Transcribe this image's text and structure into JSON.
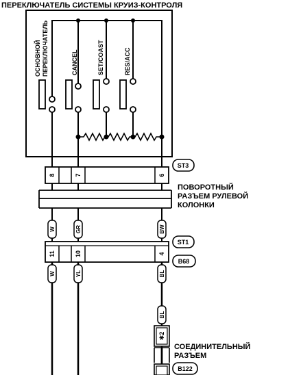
{
  "diagram": {
    "title": "ПЕРЕКЛЮЧАТЕЛЬ СИСТЕМЫ КРУИЗ-КОНТРОЛЯ",
    "switches": [
      {
        "label_line1": "ОСНОВНОЙ",
        "label_line2": "ПЕРЕКЛЮЧАТЕЛЬ"
      },
      {
        "label_line1": "CANCEL",
        "label_line2": ""
      },
      {
        "label_line1": "SET/COAST",
        "label_line2": ""
      },
      {
        "label_line1": "RES/ACC",
        "label_line2": ""
      }
    ],
    "connector_st3": {
      "tag": "ST3",
      "pins": [
        "8",
        "7",
        "6"
      ]
    },
    "steering_connector_label": [
      "ПОВОРОТНЫЙ",
      "РАЗЪЕМ РУЛЕВОЙ",
      "КОЛОНКИ"
    ],
    "wires_upper": [
      "W",
      "GR",
      "BW"
    ],
    "connector_st1_b68": {
      "tag_top": "ST1",
      "tag_bottom": "B68",
      "pins": [
        "11",
        "10",
        "4"
      ]
    },
    "wires_lower": [
      "W",
      "YL",
      "BL"
    ],
    "wire_bl_2": "BL",
    "joint_connector": {
      "pin": "✱2",
      "label": [
        "СОЕДИНИТЕЛЬНЫЙ",
        "РАЗЪЕМ"
      ],
      "tag": "B122"
    }
  }
}
